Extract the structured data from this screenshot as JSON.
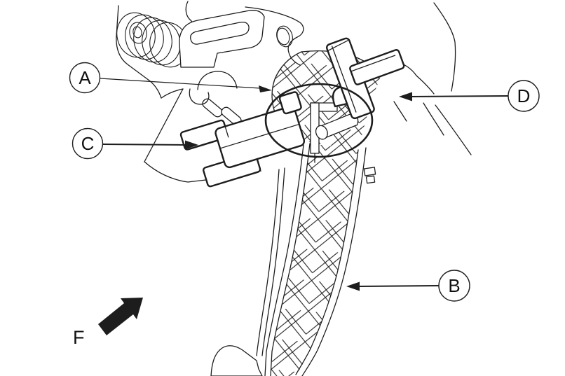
{
  "figure": {
    "kind": "technical line diagram",
    "subject": "pedal assembly with callouts",
    "colors": {
      "line": "#1d1d1d",
      "background": "#ffffff",
      "solid_arrow": "#111111"
    }
  },
  "callouts": {
    "a": {
      "label": "A"
    },
    "b": {
      "label": "B"
    },
    "c": {
      "label": "C"
    },
    "d": {
      "label": "D"
    },
    "f": {
      "label": "F"
    }
  }
}
